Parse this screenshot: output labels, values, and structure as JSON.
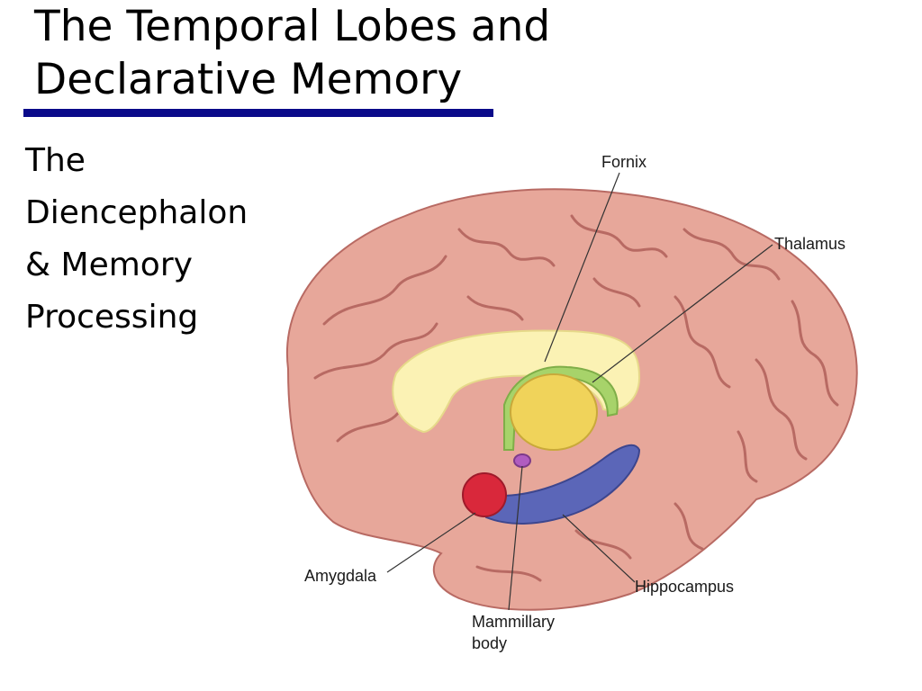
{
  "slide": {
    "title_lines": [
      "The Temporal Lobes and",
      "Declarative Memory"
    ],
    "body_lines": [
      "The",
      "Diencephalon",
      "& Memory",
      "Processing"
    ],
    "accent_color": "#0a0a8a"
  },
  "diagram": {
    "labels": {
      "fornix": "Fornix",
      "thalamus": "Thalamus",
      "amygdala": "Amygdala",
      "hippocampus": "Hippocampus",
      "mammillary_line1": "Mammillary",
      "mammillary_line2": "body"
    },
    "colors": {
      "brain": "#e7a79a",
      "brain_shadow": "#b86a63",
      "corpus_callosum": "#fbf2b4",
      "thalamus": "#f0d35a",
      "fornix": "#a7d36a",
      "hippocampus": "#5b66b8",
      "amygdala": "#d9283b",
      "mammillary": "#b05cc0"
    }
  }
}
